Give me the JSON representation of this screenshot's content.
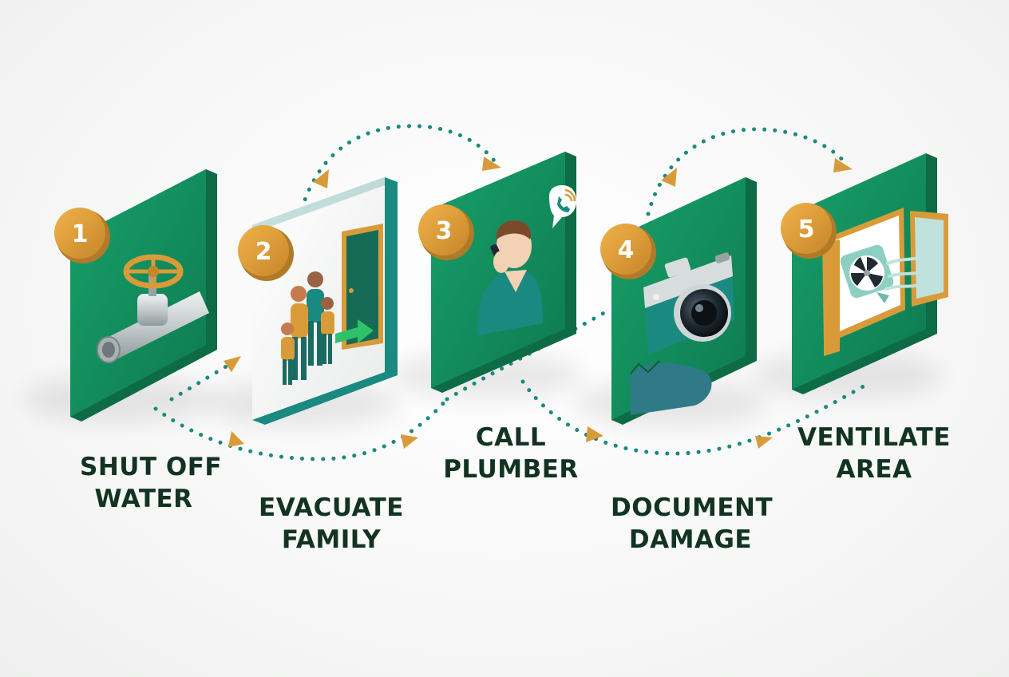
{
  "steps": [
    {
      "number": "1",
      "label_line1": "SHUT OFF",
      "label_line2": "WATER"
    },
    {
      "number": "2",
      "label_line1": "EVACUATE",
      "label_line2": "FAMILY"
    },
    {
      "number": "3",
      "label_line1": "CALL",
      "label_line2": "PLUMBER"
    },
    {
      "number": "4",
      "label_line1": "DOCUMENT",
      "label_line2": "DAMAGE"
    },
    {
      "number": "5",
      "label_line1": "VENTILATE",
      "label_line2": "AREA"
    }
  ],
  "colors": {
    "card_green": "#138a5c",
    "card_green_side": "#0d6b46",
    "badge_gold": "#d99b3a",
    "connector_teal": "#1a8a80",
    "arrow_gold": "#d99b3a",
    "label_dark": "#123322"
  },
  "icons": [
    "valve-icon",
    "family-exit-icon",
    "phone-call-icon",
    "camera-icon",
    "fan-window-icon"
  ]
}
